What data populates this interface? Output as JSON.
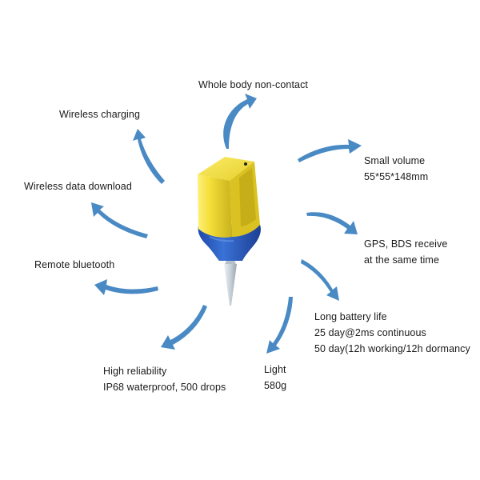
{
  "colors": {
    "arrow": "#4a8ac4",
    "yellow_cap": "#f2dc34",
    "blue_body": "#2a5fc4",
    "needle": "#d5dce2"
  },
  "labels": {
    "top": [
      "Whole body non-contact"
    ],
    "wireless_charging": [
      "Wireless charging"
    ],
    "small_volume": [
      "Small volume",
      "55*55*148mm"
    ],
    "wireless_data": [
      "Wireless data download"
    ],
    "gps": [
      "GPS, BDS receive",
      "at the same time"
    ],
    "bluetooth": [
      "Remote bluetooth"
    ],
    "battery": [
      "Long battery life",
      "25 day@2ms continuous",
      "50 day(12h working/12h dormancy"
    ],
    "reliability": [
      "High reliability",
      "IP68 waterproof, 500 drops"
    ],
    "light": [
      "Light",
      "580g"
    ]
  }
}
